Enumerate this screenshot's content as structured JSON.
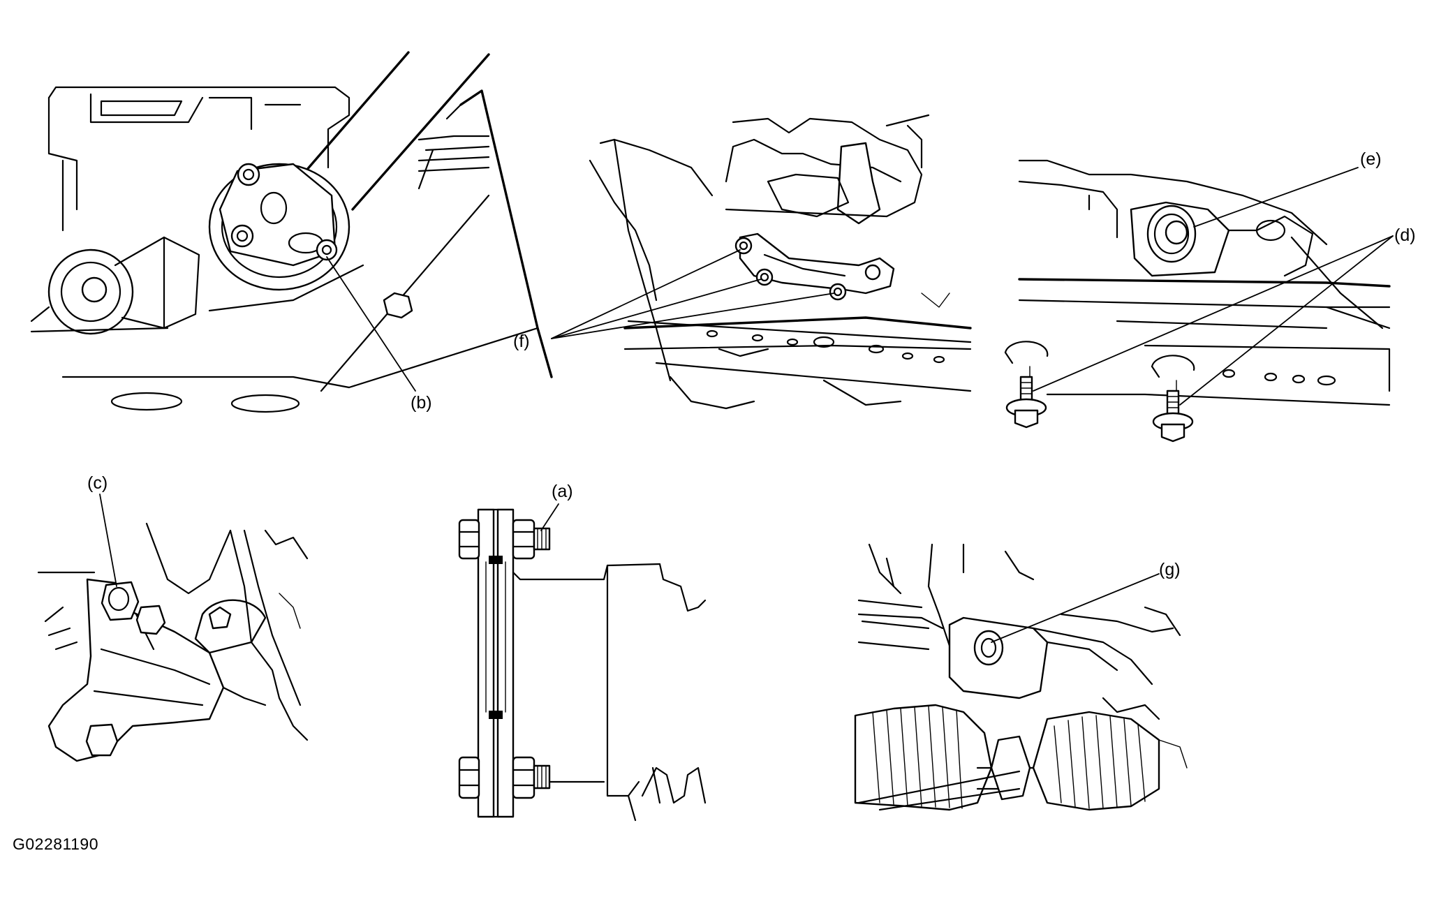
{
  "figure_id": "G02281190",
  "callouts": {
    "a": "(a)",
    "b": "(b)",
    "c": "(c)",
    "d": "(d)",
    "e": "(e)",
    "f": "(f)",
    "g": "(g)"
  },
  "colors": {
    "line": "#000000",
    "background": "#ffffff"
  }
}
